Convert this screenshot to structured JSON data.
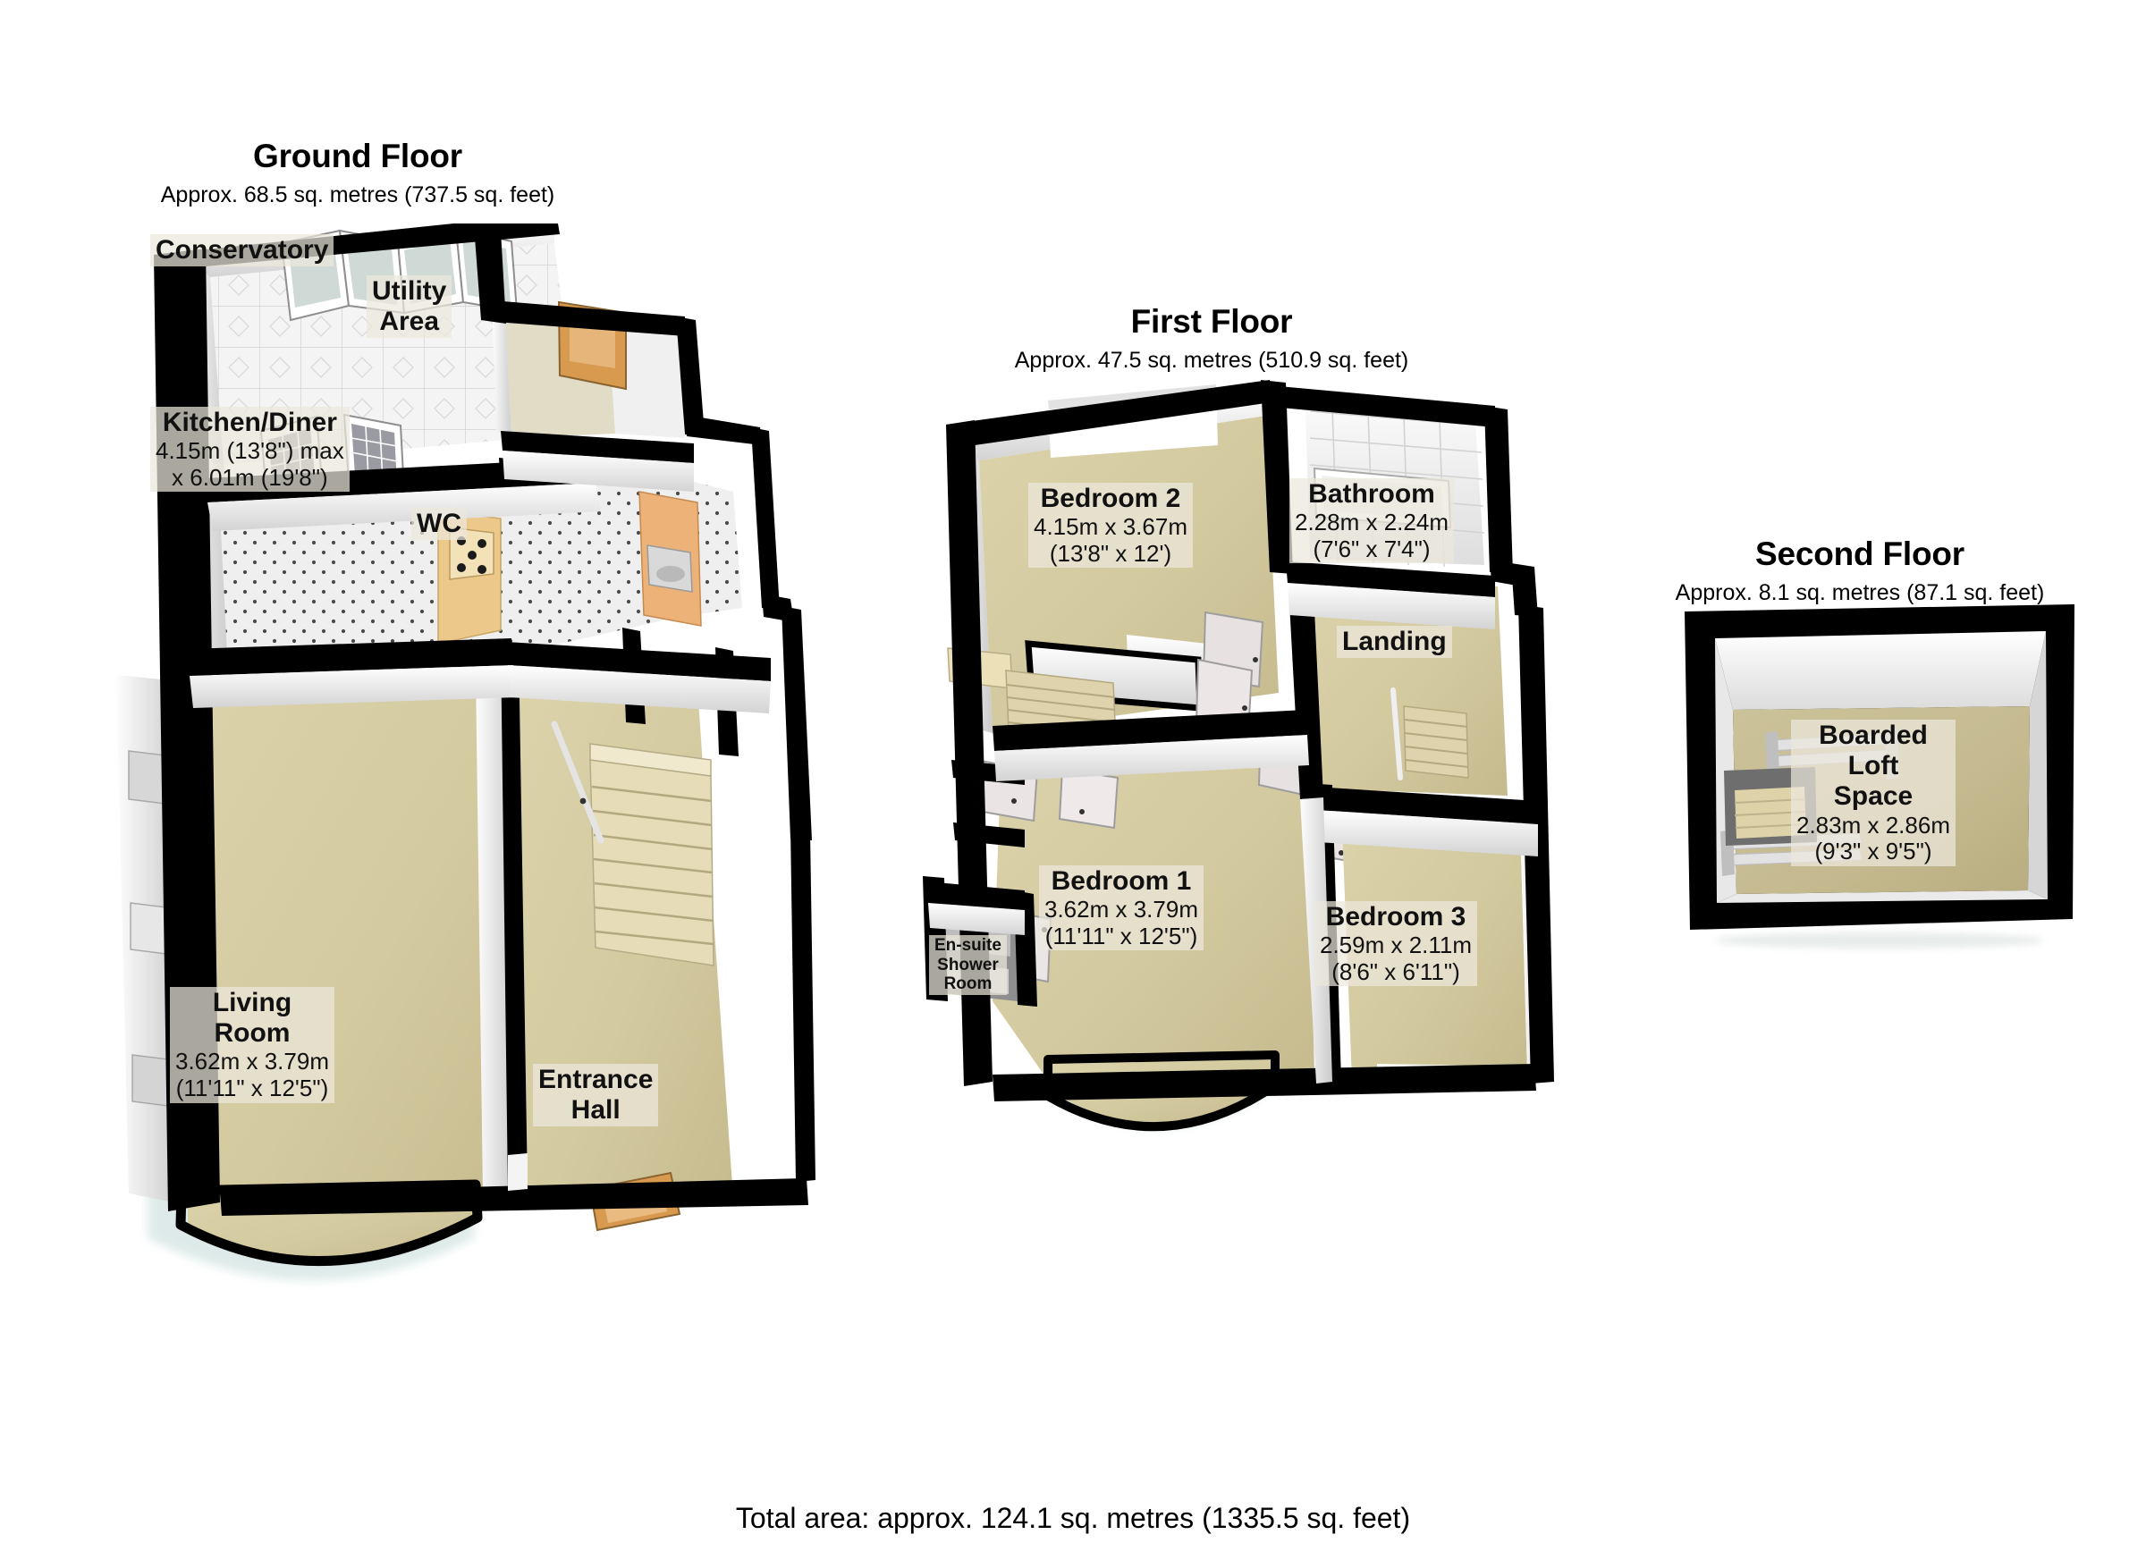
{
  "document": {
    "type": "floor-plan",
    "total_area": "Total area: approx. 124.1 sq. metres (1335.5 sq. feet)"
  },
  "colors": {
    "wall_outline": "#000000",
    "wall_face": "#ffffff",
    "carpet": "#d6cda5",
    "tile_light": "#f2f2f0",
    "wood_unit": "#e8b87a",
    "stair_tread": "#ebe0bc",
    "label_chip": "#ece8dc",
    "shadow": "#c9d7d3"
  },
  "floors": [
    {
      "id": "ground",
      "title": "Ground Floor",
      "area": "Approx. 68.5 sq. metres (737.5 sq. feet)",
      "rooms": [
        {
          "id": "conservatory",
          "name": "Conservatory",
          "dim_m": "",
          "dim_ft": ""
        },
        {
          "id": "utility-area",
          "name": "Utility\nArea",
          "name_l1": "Utility",
          "name_l2": "Area",
          "dim_m": "",
          "dim_ft": ""
        },
        {
          "id": "kitchen-diner",
          "name": "Kitchen/Diner",
          "dim_m": "4.15m (13'8\") max",
          "dim_ft": "x 6.01m (19'8\")"
        },
        {
          "id": "wc",
          "name": "WC",
          "dim_m": "",
          "dim_ft": ""
        },
        {
          "id": "living-room",
          "name_l1": "Living",
          "name_l2": "Room",
          "dim_m": "3.62m x 3.79m",
          "dim_ft": "(11'11\" x 12'5\")"
        },
        {
          "id": "entrance-hall",
          "name_l1": "Entrance",
          "name_l2": "Hall",
          "dim_m": "",
          "dim_ft": ""
        }
      ]
    },
    {
      "id": "first",
      "title": "First Floor",
      "area": "Approx. 47.5 sq. metres (510.9 sq. feet)",
      "rooms": [
        {
          "id": "bedroom-2",
          "name": "Bedroom 2",
          "dim_m": "4.15m x 3.67m",
          "dim_ft": "(13'8\" x 12')"
        },
        {
          "id": "bathroom",
          "name": "Bathroom",
          "dim_m": "2.28m x 2.24m",
          "dim_ft": "(7'6\" x 7'4\")"
        },
        {
          "id": "landing",
          "name": "Landing",
          "dim_m": "",
          "dim_ft": ""
        },
        {
          "id": "bedroom-1",
          "name": "Bedroom 1",
          "dim_m": "3.62m x 3.79m",
          "dim_ft": "(11'11\" x 12'5\")"
        },
        {
          "id": "bedroom-3",
          "name": "Bedroom 3",
          "dim_m": "2.59m x 2.11m",
          "dim_ft": "(8'6\" x 6'11\")"
        },
        {
          "id": "en-suite",
          "name_l1": "En-suite",
          "name_l2": "Shower",
          "name_l3": "Room",
          "dim_m": "",
          "dim_ft": ""
        }
      ]
    },
    {
      "id": "second",
      "title": "Second Floor",
      "area": "Approx. 8.1 sq. metres (87.1 sq. feet)",
      "rooms": [
        {
          "id": "boarded-loft-space",
          "name_l1": "Boarded",
          "name_l2": "Loft",
          "name_l3": "Space",
          "dim_m": "2.83m x 2.86m",
          "dim_ft": "(9'3\" x 9'5\")"
        }
      ]
    }
  ]
}
